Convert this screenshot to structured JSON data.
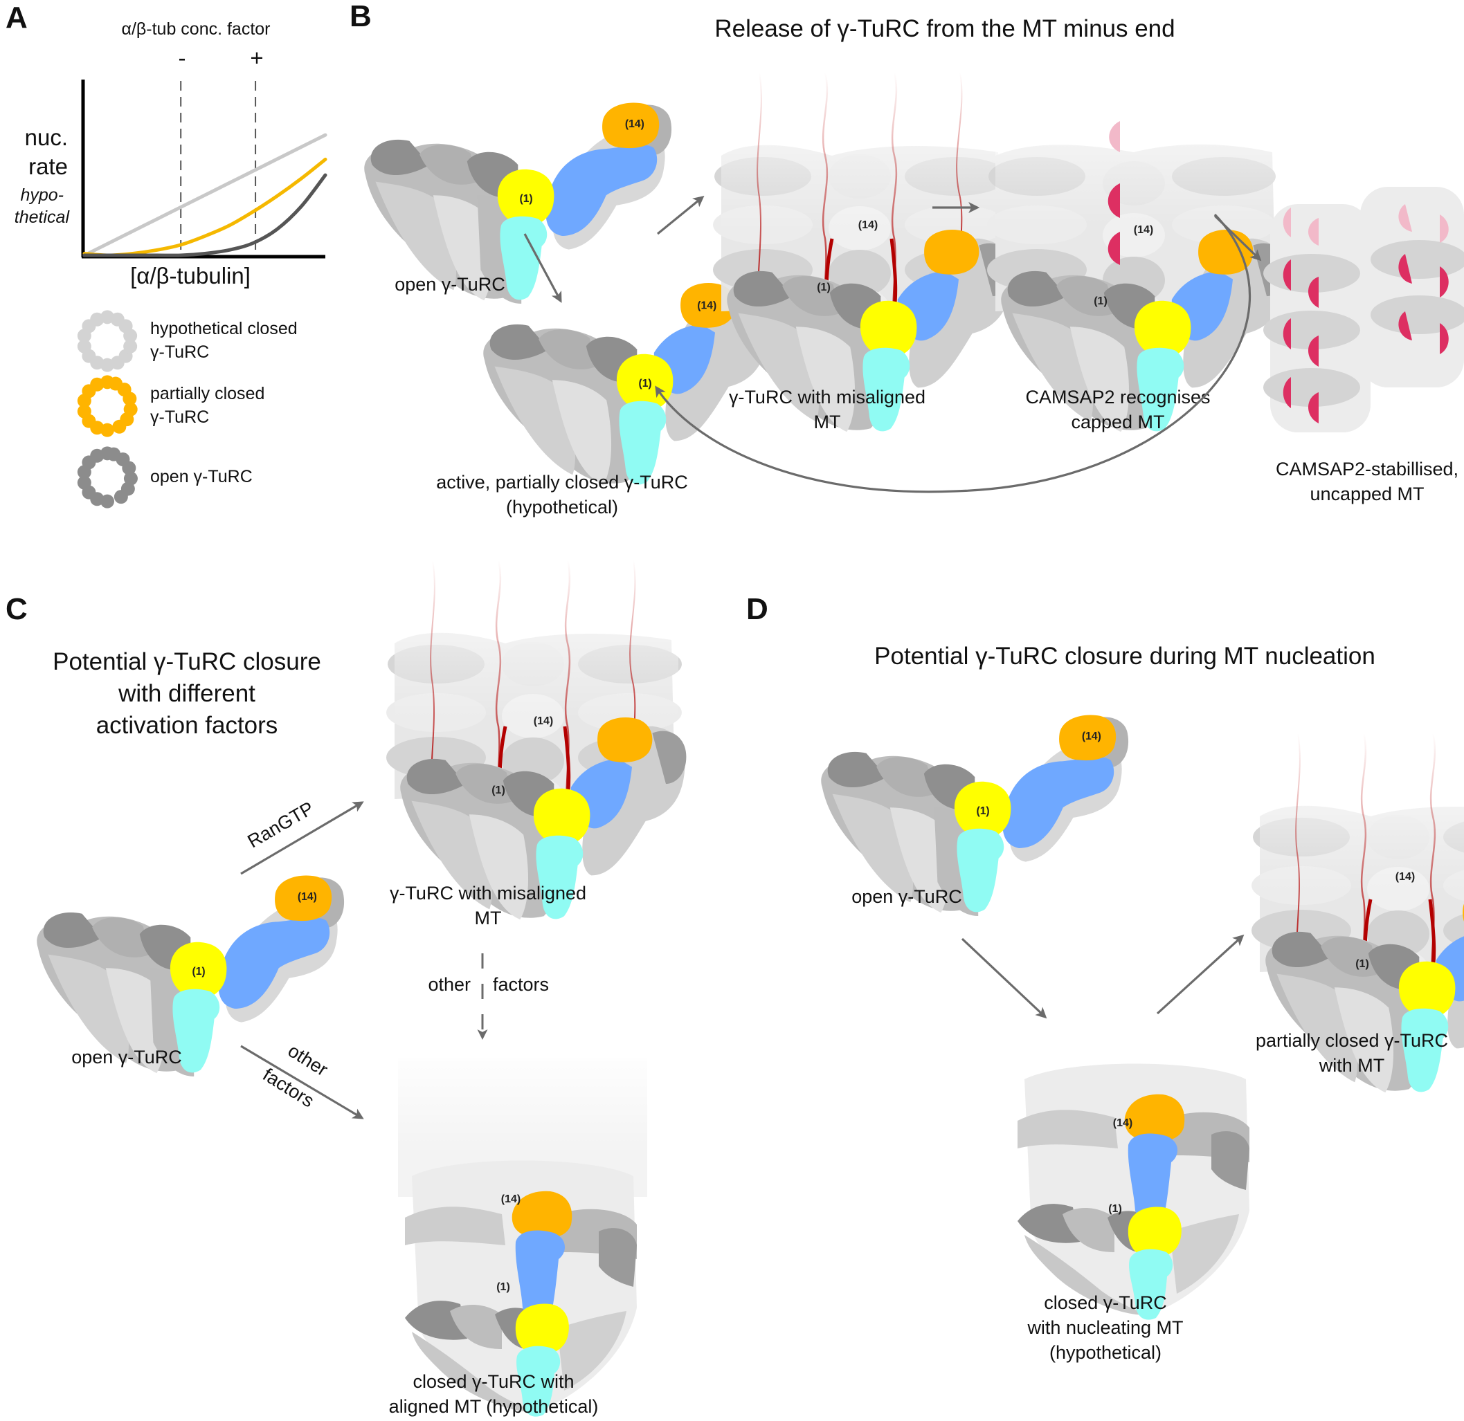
{
  "colors": {
    "gcp_1_yellow": "#ffff00",
    "gcp_14_orange": "#ffb400",
    "blue_subunit": "#6fa8ff",
    "cyan_subunit": "#90fbf3",
    "grey_dark": "#8f8f8f",
    "grey_mid": "#b5b5b5",
    "grey_light": "#d9d9d9",
    "grey_pale": "#ececec",
    "mt_red_outline": "#b30000",
    "camsap2_pink": "#dd2f62",
    "arrow_grey": "#6b6b6b"
  },
  "panels": {
    "A": {
      "letter": "A",
      "top_label": "α/β-tub conc. factor",
      "marker_minus": "-",
      "marker_plus": "+",
      "ylabel_line1": "nuc.",
      "ylabel_line2": "rate",
      "ylabel_italic_1": "hypo-",
      "ylabel_italic_2": "thetical",
      "xlabel": "[α/β-tubulin]",
      "legend": [
        {
          "line1": "hypothetical closed",
          "line2": "γ-TuRC",
          "color": "#d3d3d3",
          "state": "closed"
        },
        {
          "line1": "partially closed",
          "line2": "γ-TuRC",
          "color": "#ffb400",
          "state": "partial"
        },
        {
          "line1": "open γ-TuRC",
          "line2": "",
          "color": "#8c8c8c",
          "state": "open"
        }
      ]
    },
    "B": {
      "letter": "B",
      "title": "Release of γ-TuRC from the MT minus end",
      "captions": {
        "open": "open γ-TuRC",
        "active_1": "active, partially closed γ-TuRC",
        "active_2": "(hypothetical)",
        "misaligned_1": "γ-TuRC with misaligned",
        "misaligned_2": "MT",
        "camsap_1": "CAMSAP2 recognises",
        "camsap_2": "capped MT",
        "stabilised_1": "CAMSAP2-stabillised,",
        "stabilised_2": "uncapped MT"
      }
    },
    "C": {
      "letter": "C",
      "title_1": "Potential γ-TuRC closure",
      "title_2": "with different",
      "title_3": "activation factors",
      "arrow_rangtp": "RanGTP",
      "arrow_other_1": "other",
      "arrow_other_2": "factors",
      "vertical_other_left": "other",
      "vertical_other_right": "factors",
      "captions": {
        "open": "open γ-TuRC",
        "misaligned_1": "γ-TuRC with misaligned",
        "misaligned_2": "MT",
        "closed_1": "closed γ-TuRC with",
        "closed_2": "aligned MT (hypothetical)"
      }
    },
    "D": {
      "letter": "D",
      "title": "Potential γ-TuRC closure during MT nucleation",
      "captions": {
        "open": "open γ-TuRC",
        "partial_1": "partially closed γ-TuRC",
        "partial_2": "with MT",
        "closed_1": "closed γ-TuRC",
        "closed_2": "with nucleating MT",
        "closed_3": "(hypothetical)"
      }
    }
  },
  "subunit_labels": {
    "first": "(1)",
    "last": "(14)"
  },
  "chart_data": {
    "type": "line",
    "title": "α/β-tub conc. factor",
    "xlabel": "[α/β-tubulin]",
    "ylabel": "nuc. rate (hypothetical)",
    "xlim": [
      0,
      1
    ],
    "ylim": [
      0,
      1
    ],
    "grid": false,
    "axis_ticks": "none",
    "vertical_markers": [
      {
        "label": "-",
        "x": 0.4
      },
      {
        "label": "+",
        "x": 0.71
      }
    ],
    "x": [
      0,
      0.1,
      0.2,
      0.3,
      0.4,
      0.5,
      0.6,
      0.7,
      0.8,
      0.9,
      1.0
    ],
    "series": [
      {
        "name": "hypothetical closed γ-TuRC",
        "color": "#c8c8c8",
        "values": [
          0.0,
          0.069,
          0.138,
          0.207,
          0.276,
          0.345,
          0.414,
          0.483,
          0.552,
          0.621,
          0.69
        ]
      },
      {
        "name": "partially closed γ-TuRC",
        "color": "#f5b800",
        "values": [
          0.01,
          0.0,
          0.01,
          0.03,
          0.06,
          0.11,
          0.17,
          0.25,
          0.34,
          0.44,
          0.55
        ]
      },
      {
        "name": "open γ-TuRC",
        "color": "#555555",
        "values": [
          0.0,
          0.0,
          0.0,
          0.0,
          0.0,
          0.01,
          0.03,
          0.07,
          0.15,
          0.28,
          0.46
        ]
      }
    ],
    "legend_position": "bottom"
  }
}
